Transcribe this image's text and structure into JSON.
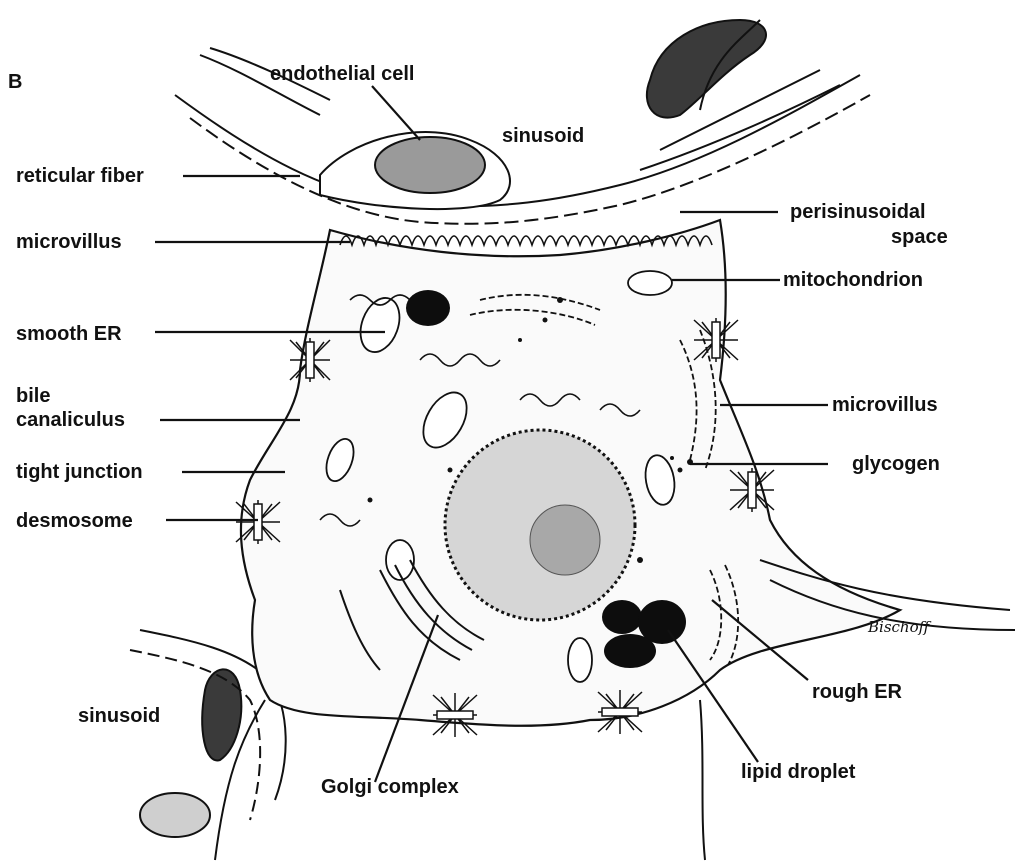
{
  "figure": {
    "panel_letter": "B",
    "signature": "Bischoff"
  },
  "labels": {
    "endothelial_cell": "endothelial cell",
    "sinusoid_top": "sinusoid",
    "reticular_fiber": "reticular fiber",
    "perisinusoidal_space_1": "perisinusoidal",
    "perisinusoidal_space_2": "space",
    "microvillus_left": "microvillus",
    "mitochondrion": "mitochondrion",
    "smooth_er": "smooth ER",
    "bile_canaliculus_1": "bile",
    "bile_canaliculus_2": "canaliculus",
    "microvillus_right": "microvillus",
    "tight_junction": "tight junction",
    "glycogen": "glycogen",
    "desmosome": "desmosome",
    "rough_er": "rough ER",
    "sinusoid_bottom": "sinusoid",
    "golgi_complex": "Golgi complex",
    "lipid_droplet": "lipid droplet"
  },
  "colors": {
    "ink": "#111111",
    "background": "#ffffff",
    "nucleus_fill": "#d6d6d6",
    "dark_fill": "#0d0d0d"
  }
}
